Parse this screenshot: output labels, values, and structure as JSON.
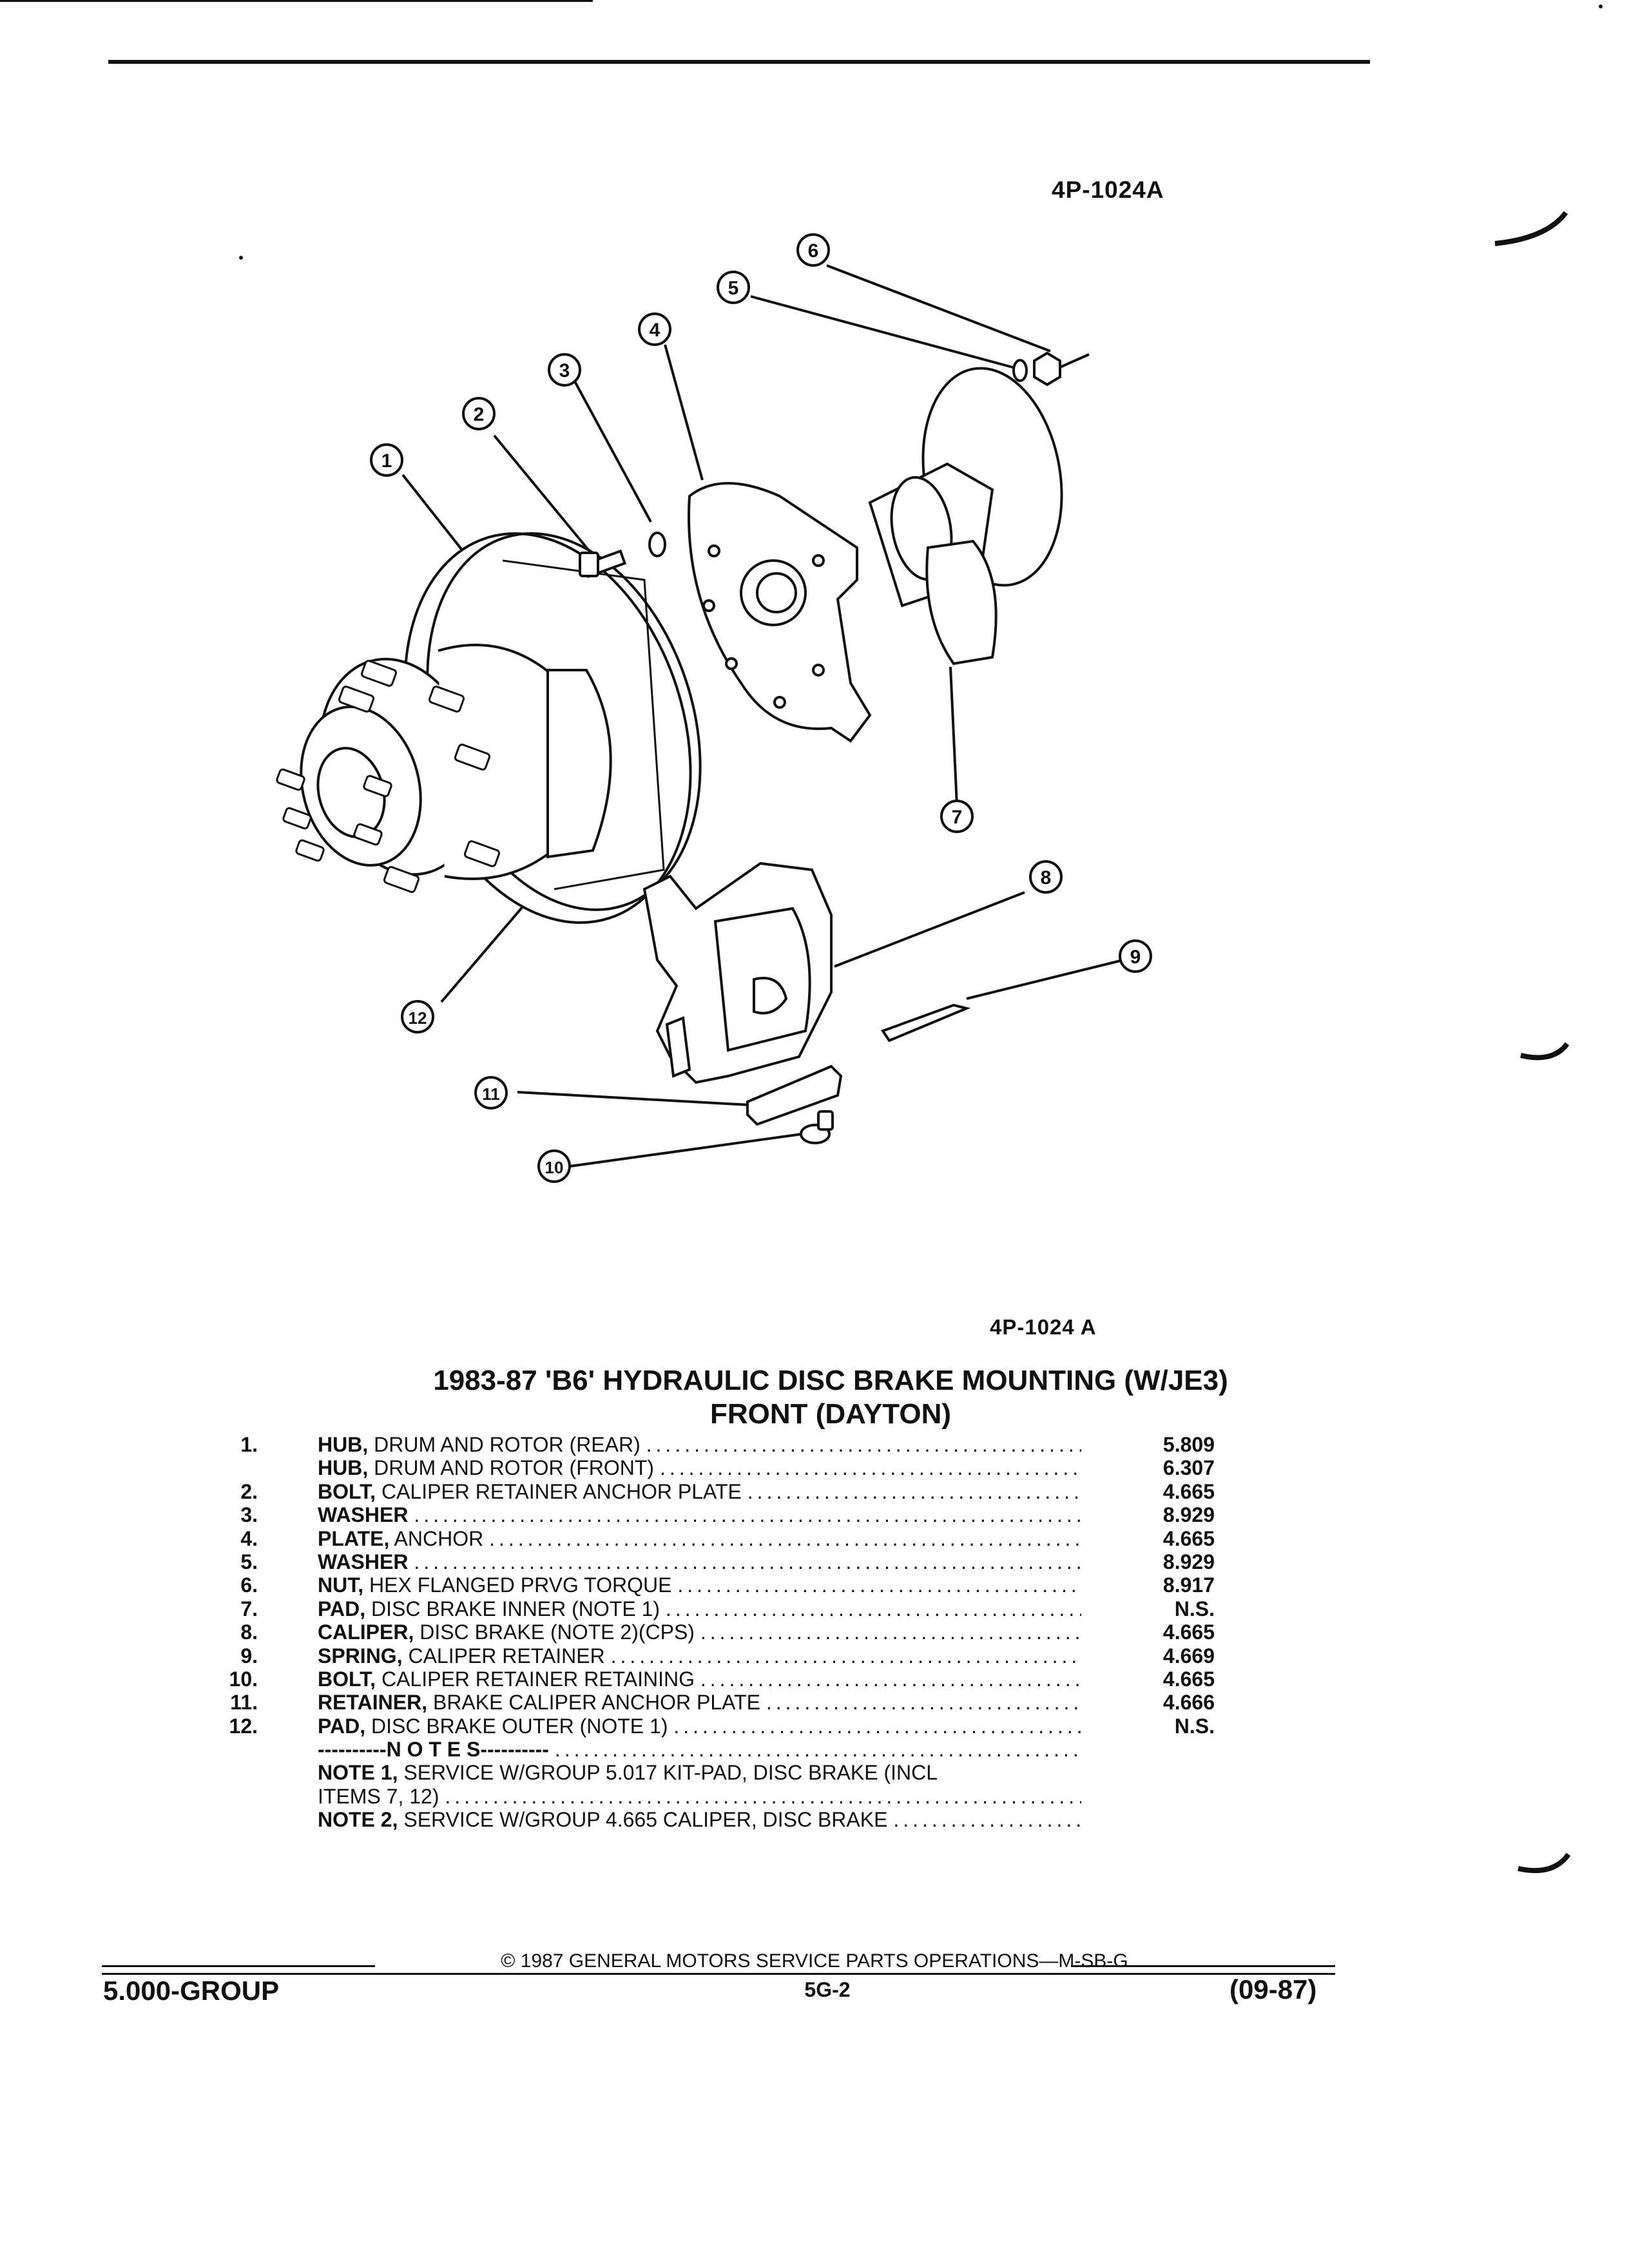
{
  "header": {
    "diagram_ref_top": "4P-1024A",
    "diagram_ref_bottom": "4P-1024 A"
  },
  "diagram": {
    "callouts": [
      "1",
      "2",
      "3",
      "4",
      "5",
      "6",
      "7",
      "8",
      "9",
      "10",
      "11",
      "12"
    ]
  },
  "title": {
    "line1": "1983-87 'B6' HYDRAULIC DISC BRAKE MOUNTING (W/JE3)",
    "line2": "FRONT (DAYTON)"
  },
  "parts": [
    {
      "num": "1.",
      "name": "HUB,",
      "desc": "DRUM AND ROTOR (REAR)",
      "ref": "5.809"
    },
    {
      "num": "",
      "name": "HUB,",
      "desc": "DRUM AND ROTOR (FRONT)",
      "ref": "6.307"
    },
    {
      "num": "2.",
      "name": "BOLT,",
      "desc": "CALIPER RETAINER ANCHOR PLATE",
      "ref": "4.665"
    },
    {
      "num": "3.",
      "name": "WASHER",
      "desc": "",
      "ref": "8.929"
    },
    {
      "num": "4.",
      "name": "PLATE,",
      "desc": "ANCHOR",
      "ref": "4.665"
    },
    {
      "num": "5.",
      "name": "WASHER",
      "desc": "",
      "ref": "8.929"
    },
    {
      "num": "6.",
      "name": "NUT,",
      "desc": "HEX FLANGED PRVG TORQUE",
      "ref": "8.917"
    },
    {
      "num": "7.",
      "name": "PAD,",
      "desc": "DISC BRAKE INNER (NOTE 1)",
      "ref": "N.S."
    },
    {
      "num": "8.",
      "name": "CALIPER,",
      "desc": "DISC BRAKE (NOTE 2)(CPS)",
      "ref": "4.665"
    },
    {
      "num": "9.",
      "name": "SPRING,",
      "desc": "CALIPER RETAINER",
      "ref": "4.669"
    },
    {
      "num": "10.",
      "name": "BOLT,",
      "desc": "CALIPER RETAINER RETAINING",
      "ref": "4.665"
    },
    {
      "num": "11.",
      "name": "RETAINER,",
      "desc": "BRAKE CALIPER ANCHOR PLATE",
      "ref": "4.666"
    },
    {
      "num": "12.",
      "name": "PAD,",
      "desc": "DISC BRAKE OUTER (NOTE 1)",
      "ref": "N.S."
    }
  ],
  "notes": {
    "heading": "----------N O T E S----------",
    "note1_label": "NOTE 1,",
    "note1_line1": "SERVICE W/GROUP 5.017 KIT-PAD, DISC BRAKE (INCL",
    "note1_line2": "ITEMS 7, 12)",
    "note2_label": "NOTE 2,",
    "note2_line1": "SERVICE W/GROUP 4.665 CALIPER, DISC BRAKE"
  },
  "footer": {
    "copyright": "© 1987 GENERAL MOTORS SERVICE PARTS OPERATIONS—M-SB-G",
    "group": "5.000-GROUP",
    "page": "5G-2",
    "date": "(09-87)"
  }
}
